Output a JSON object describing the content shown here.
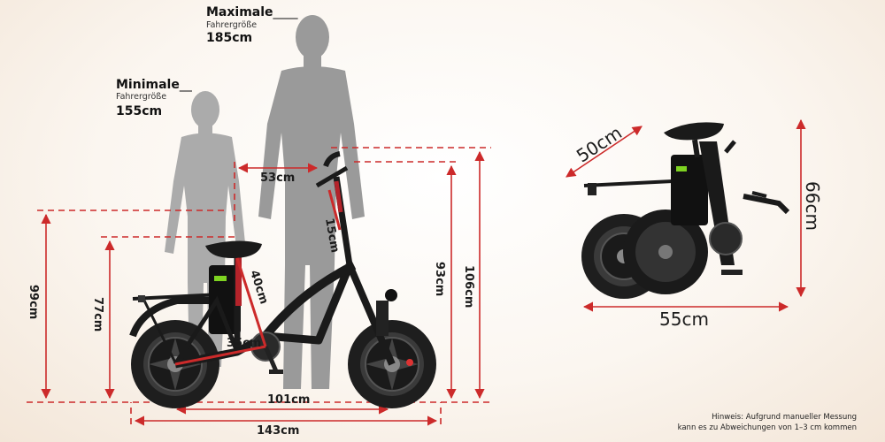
{
  "rider_max": {
    "title": "Maximale",
    "subtitle": "Fahrergröße",
    "height": "185cm"
  },
  "rider_min": {
    "title": "Minimale",
    "subtitle": "Fahrergröße",
    "height": "155cm"
  },
  "dimensions": {
    "handlebar_reach": "53cm",
    "stem_length": "15cm",
    "seat_tube": "40cm",
    "top_tube": "35cm",
    "wheelbase": "101cm",
    "total_length": "143cm",
    "min_seat_height": "77cm",
    "max_seat_height": "99cm",
    "min_handlebar_height": "93cm",
    "max_handlebar_height": "106cm"
  },
  "folded": {
    "depth": "50cm",
    "height": "66cm",
    "length": "55cm"
  },
  "note": {
    "line1": "Hinweis: Aufgrund manueller Messung",
    "line2": "kann es zu Abweichungen von 1–3 cm kommen"
  },
  "colors": {
    "dim_red": "#cc2a2a",
    "silhouette": "#9a9a9a",
    "bike_black": "#1a1a1a",
    "accent_green": "#7ed321"
  }
}
